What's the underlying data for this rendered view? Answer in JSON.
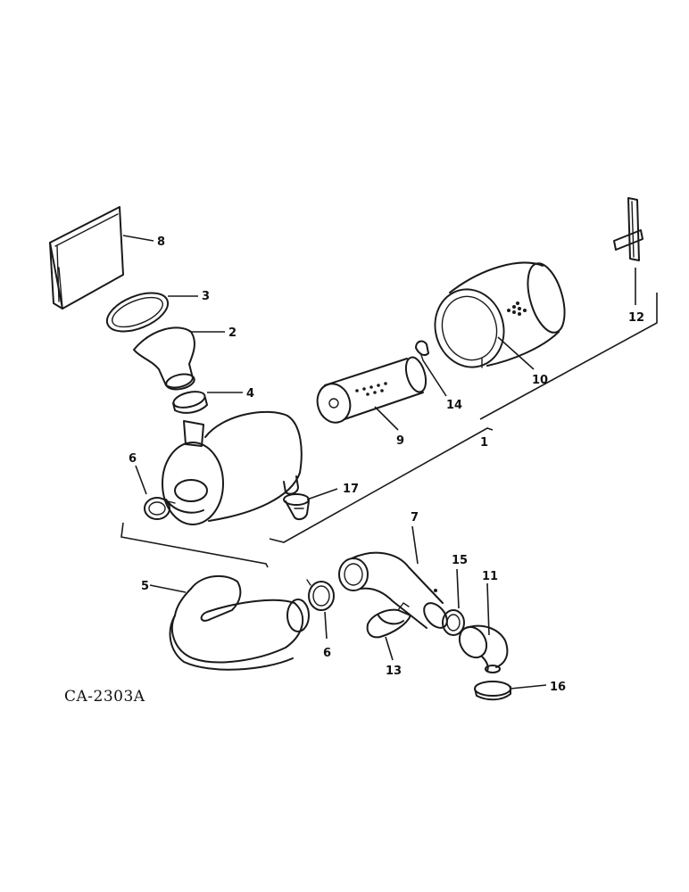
{
  "callouts": {
    "c1": "1",
    "c2": "2",
    "c3": "3",
    "c4": "4",
    "c5": "5",
    "c6a": "6",
    "c6b": "6",
    "c7": "7",
    "c8": "8",
    "c9": "9",
    "c10": "10",
    "c11": "11",
    "c12": "12",
    "c13": "13",
    "c14": "14",
    "c15": "15",
    "c16": "16",
    "c17": "17"
  },
  "figure_id": "CA-2303A"
}
